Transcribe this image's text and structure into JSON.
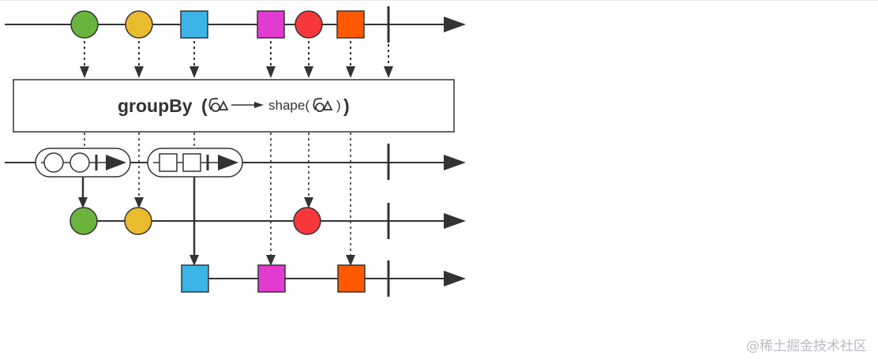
{
  "operator": {
    "name": "groupBy",
    "arg_open": "(",
    "arrow_fn": "shape(",
    "arg_close": ")",
    "close_paren": ")"
  },
  "colors": {
    "line": "#333333",
    "green": "#6ab43e",
    "yellow": "#e9bc30",
    "blue": "#3cb4e5",
    "magenta": "#e23bd0",
    "red": "#f6373c",
    "orange": "#ff5a00",
    "box_stroke": "#333333"
  },
  "icons": {
    "shape_glyph": "shape-icon"
  },
  "watermark": "@稀土掘金技术社区"
}
